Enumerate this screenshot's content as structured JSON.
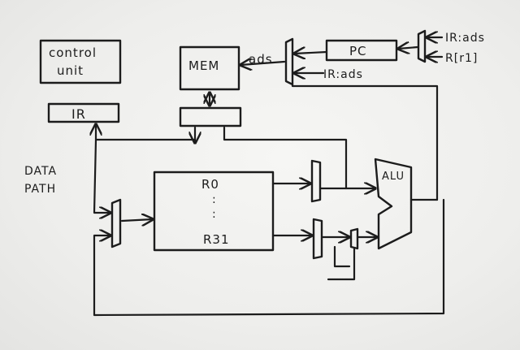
{
  "labels": {
    "control_unit_line1": "control",
    "control_unit_line2": "unit",
    "ir": "IR",
    "mem": "MEM",
    "ads_mem": "ads",
    "pc": "PC",
    "ir_ads_top": "IR:ads",
    "r_r1": "R[r1]",
    "ir_ads_mux": "IR:ads",
    "data": "DATA",
    "path": "PATH",
    "r0": "R0",
    "dots": ":",
    "r31": "R31",
    "alu": "ALU"
  }
}
